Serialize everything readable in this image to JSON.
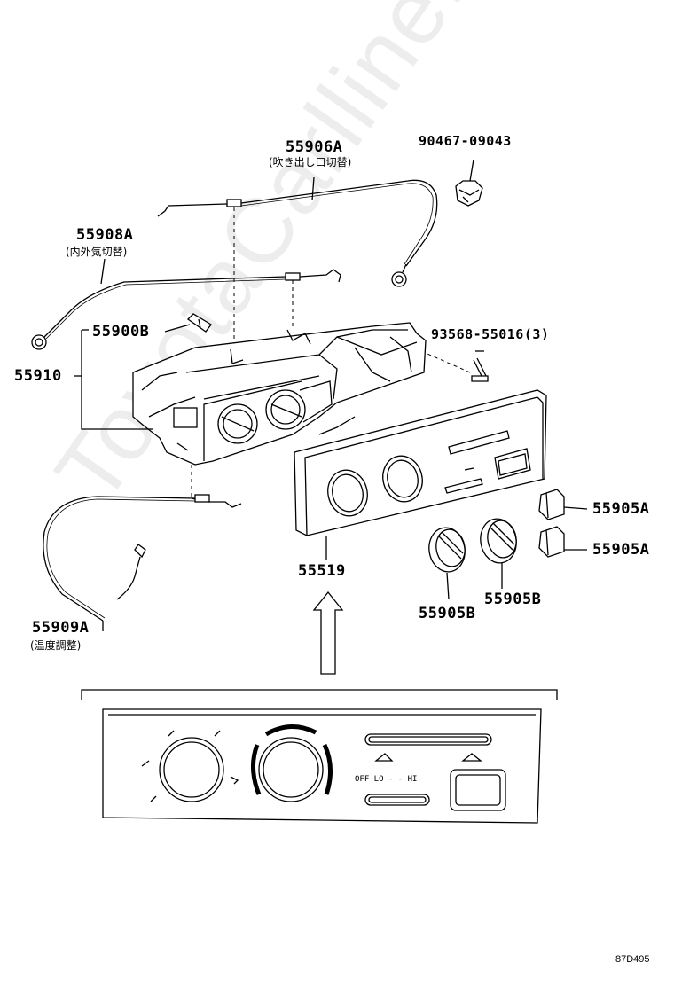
{
  "parts": {
    "p55906A": "55906A",
    "p55906A_desc": "(吹き出し口切替)",
    "p90467": "90467-09043",
    "p55908A": "55908A",
    "p55908A_desc": "(内外気切替)",
    "p55900B": "55900B",
    "p93568": "93568-55016(3)",
    "p55910": "55910",
    "p55905A_1": "55905A",
    "p55905A_2": "55905A",
    "p55519": "55519",
    "p55905B_1": "55905B",
    "p55905B_2": "55905B",
    "p55909A": "55909A",
    "p55909A_desc": "(温度調整)"
  },
  "panel": {
    "fan_text": "OFF LO - - HI"
  },
  "watermark": "ToyotaCarlline.ru",
  "diagram_code": "87D495"
}
